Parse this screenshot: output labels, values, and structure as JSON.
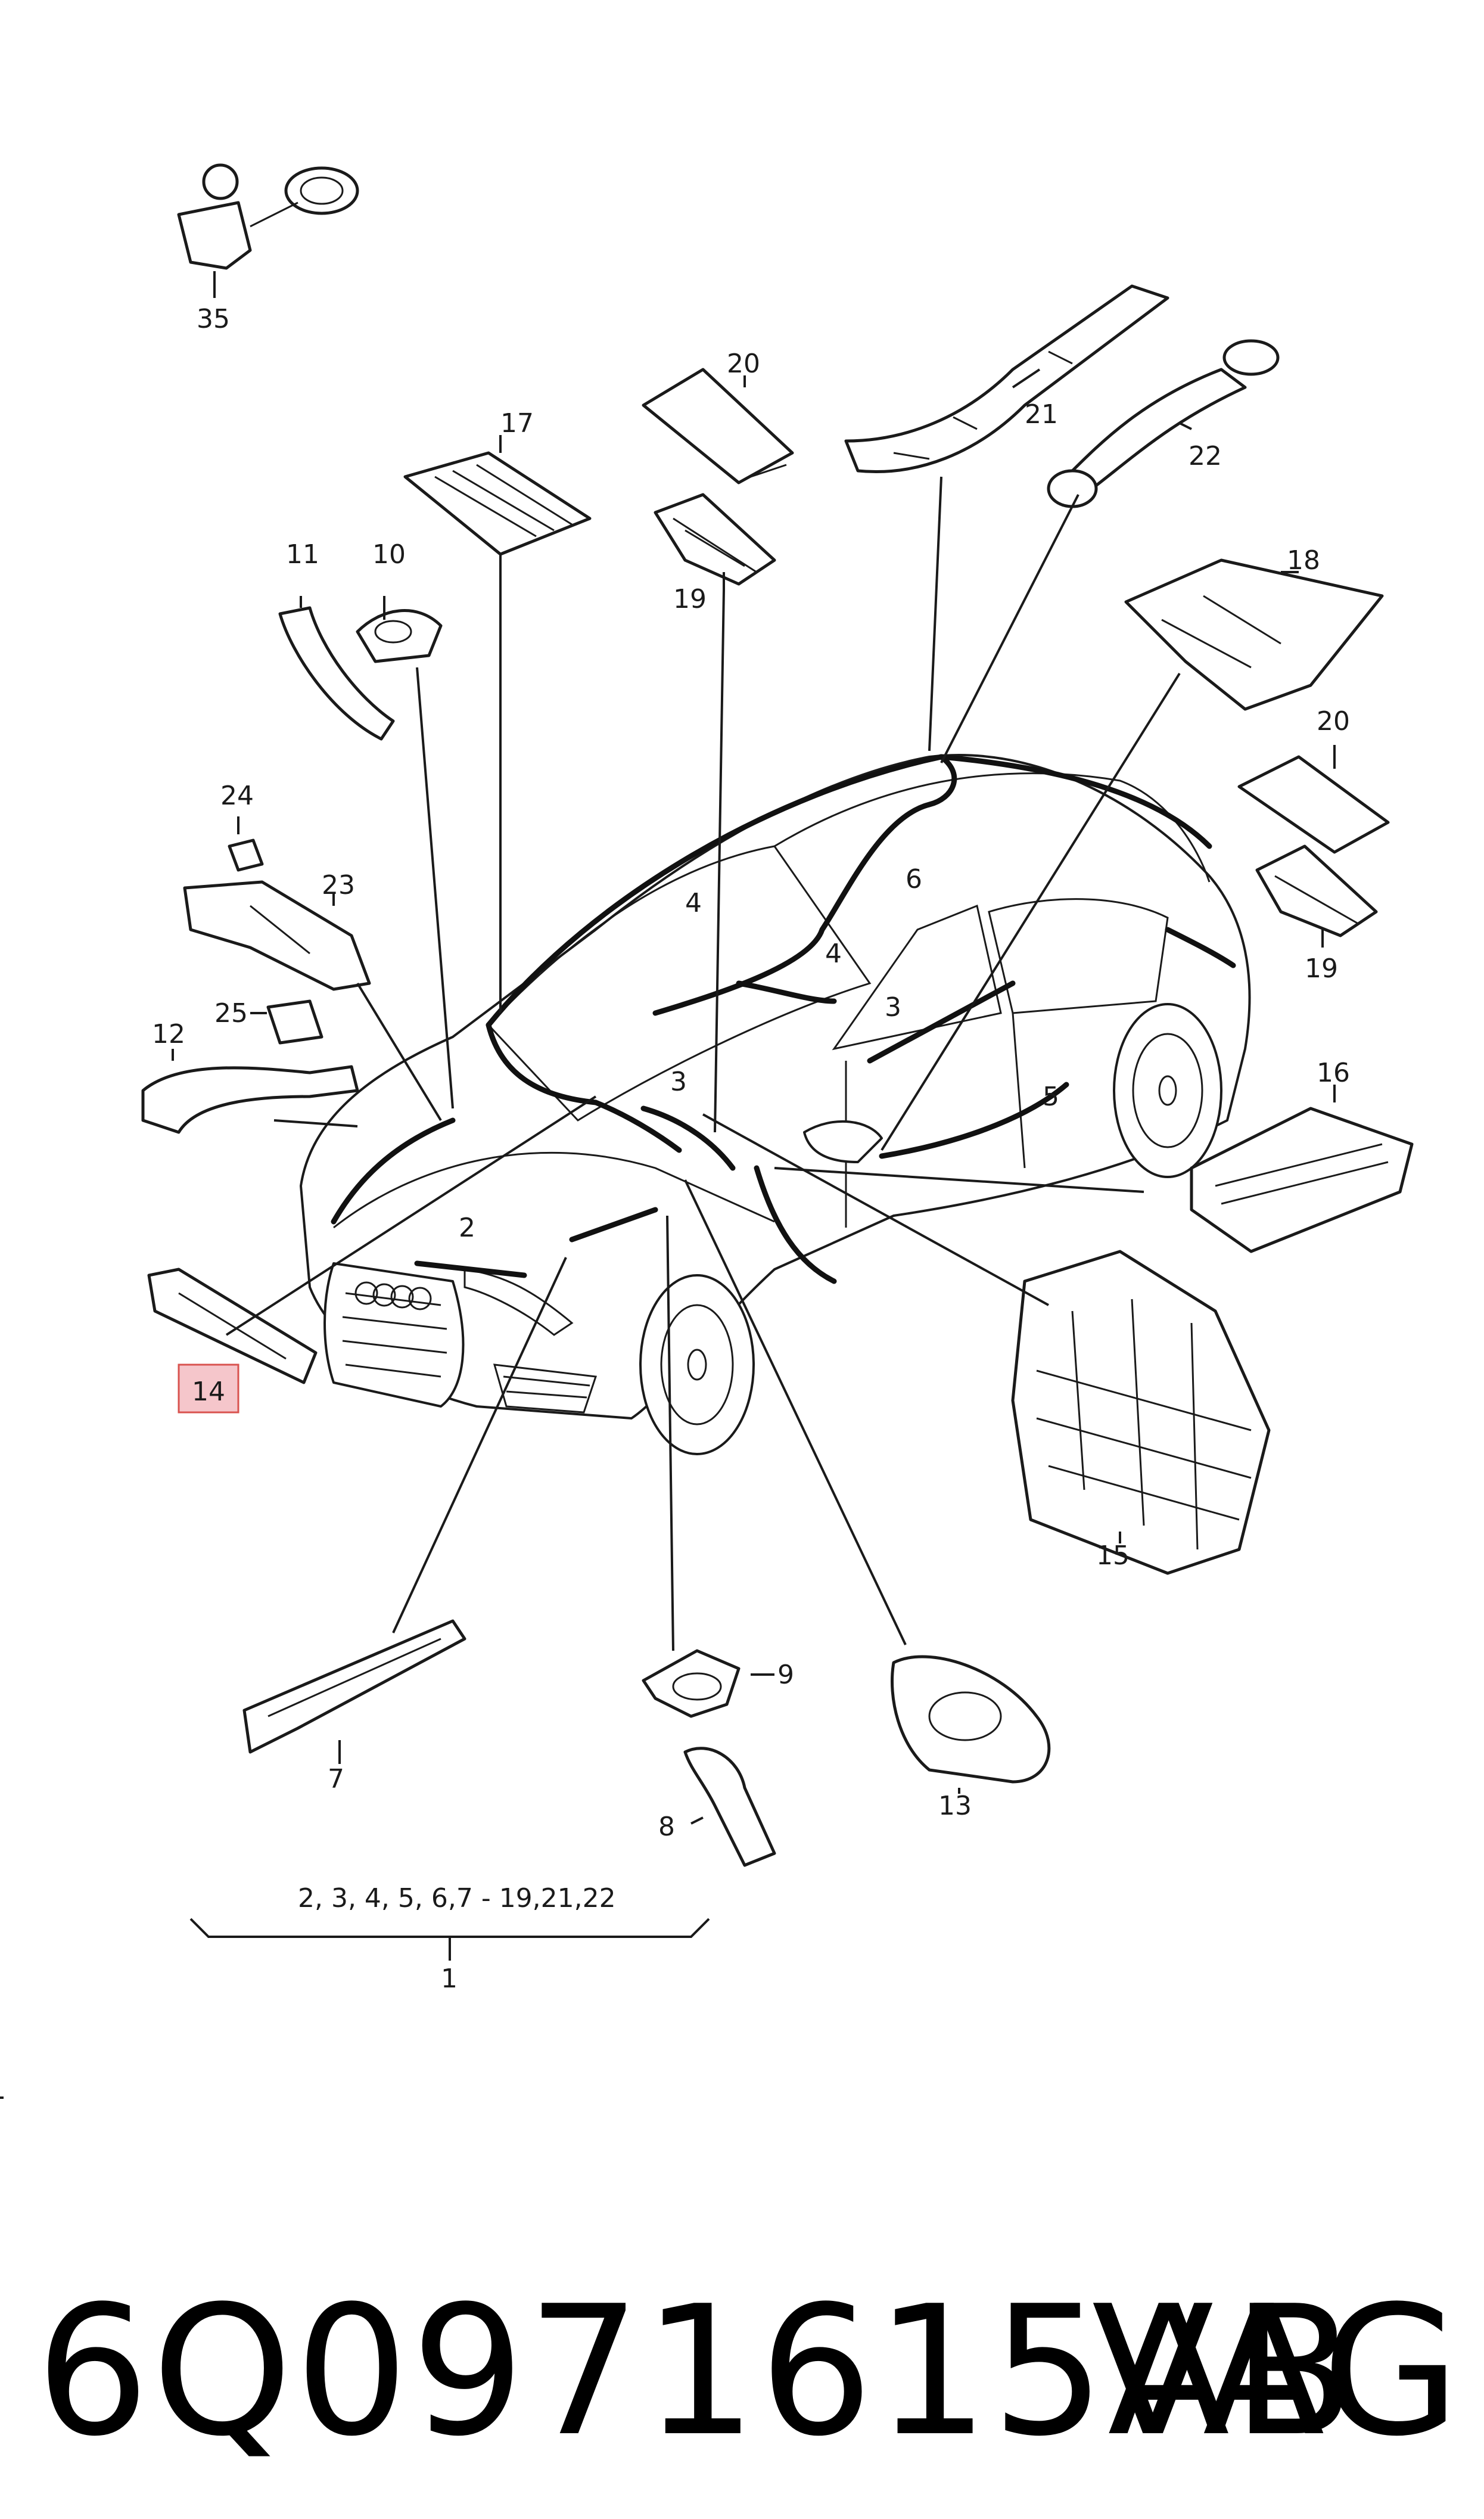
{
  "callouts": {
    "c35": "35",
    "c20a": "20",
    "c21": "21",
    "c22": "22",
    "c17": "17",
    "c19a": "19",
    "c11": "11",
    "c10": "10",
    "c18": "18",
    "c20b": "20",
    "c19b": "19",
    "c24": "24",
    "c23": "23",
    "c4a": "4",
    "c6": "6",
    "c4b": "4",
    "c25": "25",
    "c3a": "3",
    "c12": "12",
    "c3b": "3",
    "c16": "16",
    "c5": "5",
    "c2": "2",
    "c14": "14",
    "c15": "15",
    "c9": "9",
    "c7": "7",
    "c13": "13",
    "c8": "8",
    "c1": "1"
  },
  "bracket_label": "2, 3, 4, 5, 6,7 - 19,21,22",
  "highlight_color": "#f5c6cb",
  "highlight_border": "#d9534f",
  "footer": {
    "part_number": "6Q0971615AB",
    "brand": "VAG"
  }
}
